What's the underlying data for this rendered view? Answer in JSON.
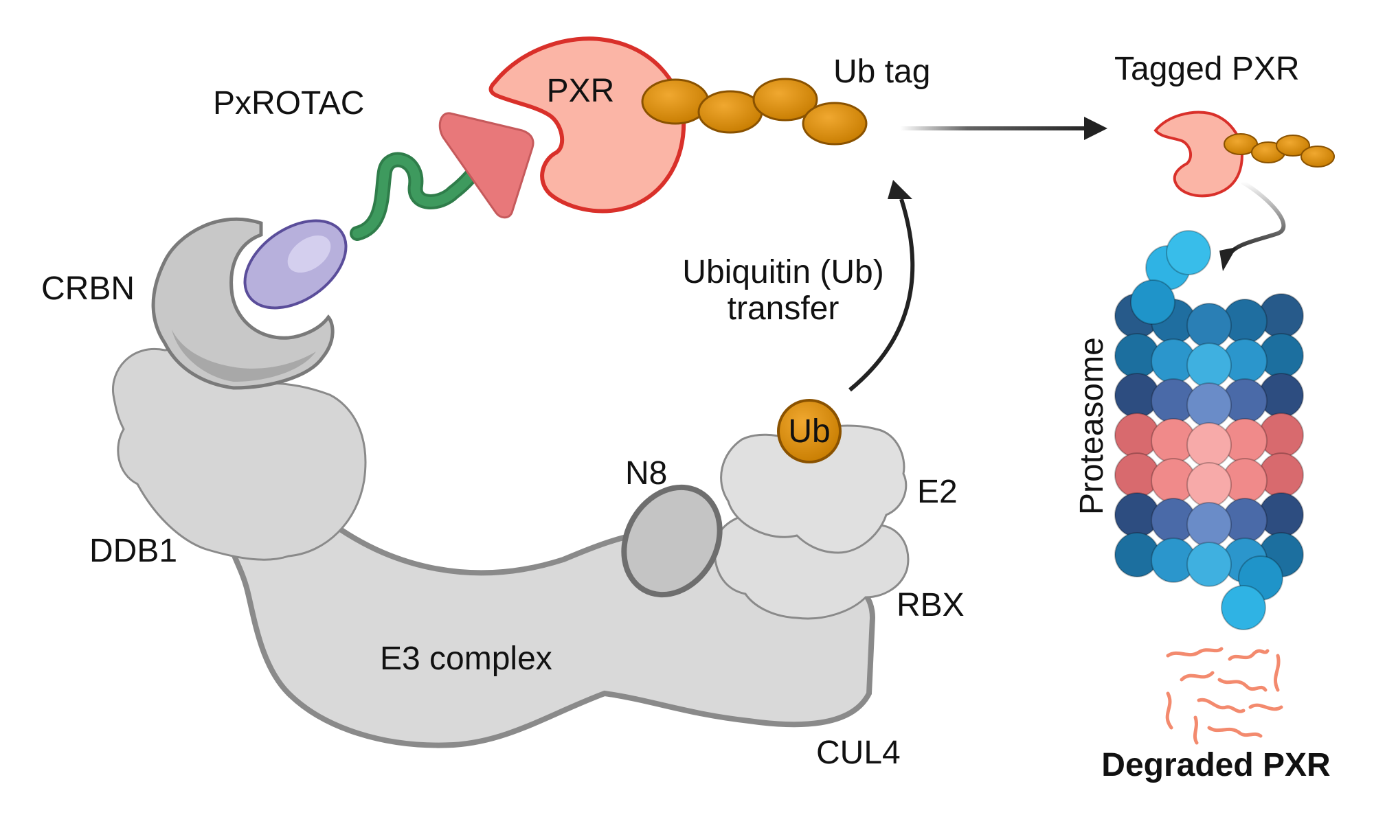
{
  "labels": {
    "pxrotac": "PxROTAC",
    "pxr": "PXR",
    "ub_tag": "Ub tag",
    "tagged_pxr": "Tagged PXR",
    "crbn": "CRBN",
    "ddb1": "DDB1",
    "e3_complex": "E3 complex",
    "cul4": "CUL4",
    "n8": "N8",
    "ub": "Ub",
    "e2": "E2",
    "rbx": "RBX",
    "ub_transfer_line1": "Ubiquitin (Ub)",
    "ub_transfer_line2": "transfer",
    "proteasome": "Proteasome",
    "degraded_pxr": "Degraded PXR"
  },
  "colors": {
    "gray_fill": "#d9d9d9",
    "gray_stroke": "#8a8a8a",
    "pxr_fill": "#fbb5a6",
    "pxr_stroke": "#d9302a",
    "ub_fill": "#d98a06",
    "ub_stroke": "#9a5d00",
    "linker": "#3e9a5e",
    "binder": "#b7b0dc",
    "warhead": "#e8787a",
    "proteasome_light": "#2fb3e4",
    "proteasome_dark": "#275a8a",
    "proteasome_pink": "#f08a8a",
    "fragments": "#f38a6e"
  }
}
